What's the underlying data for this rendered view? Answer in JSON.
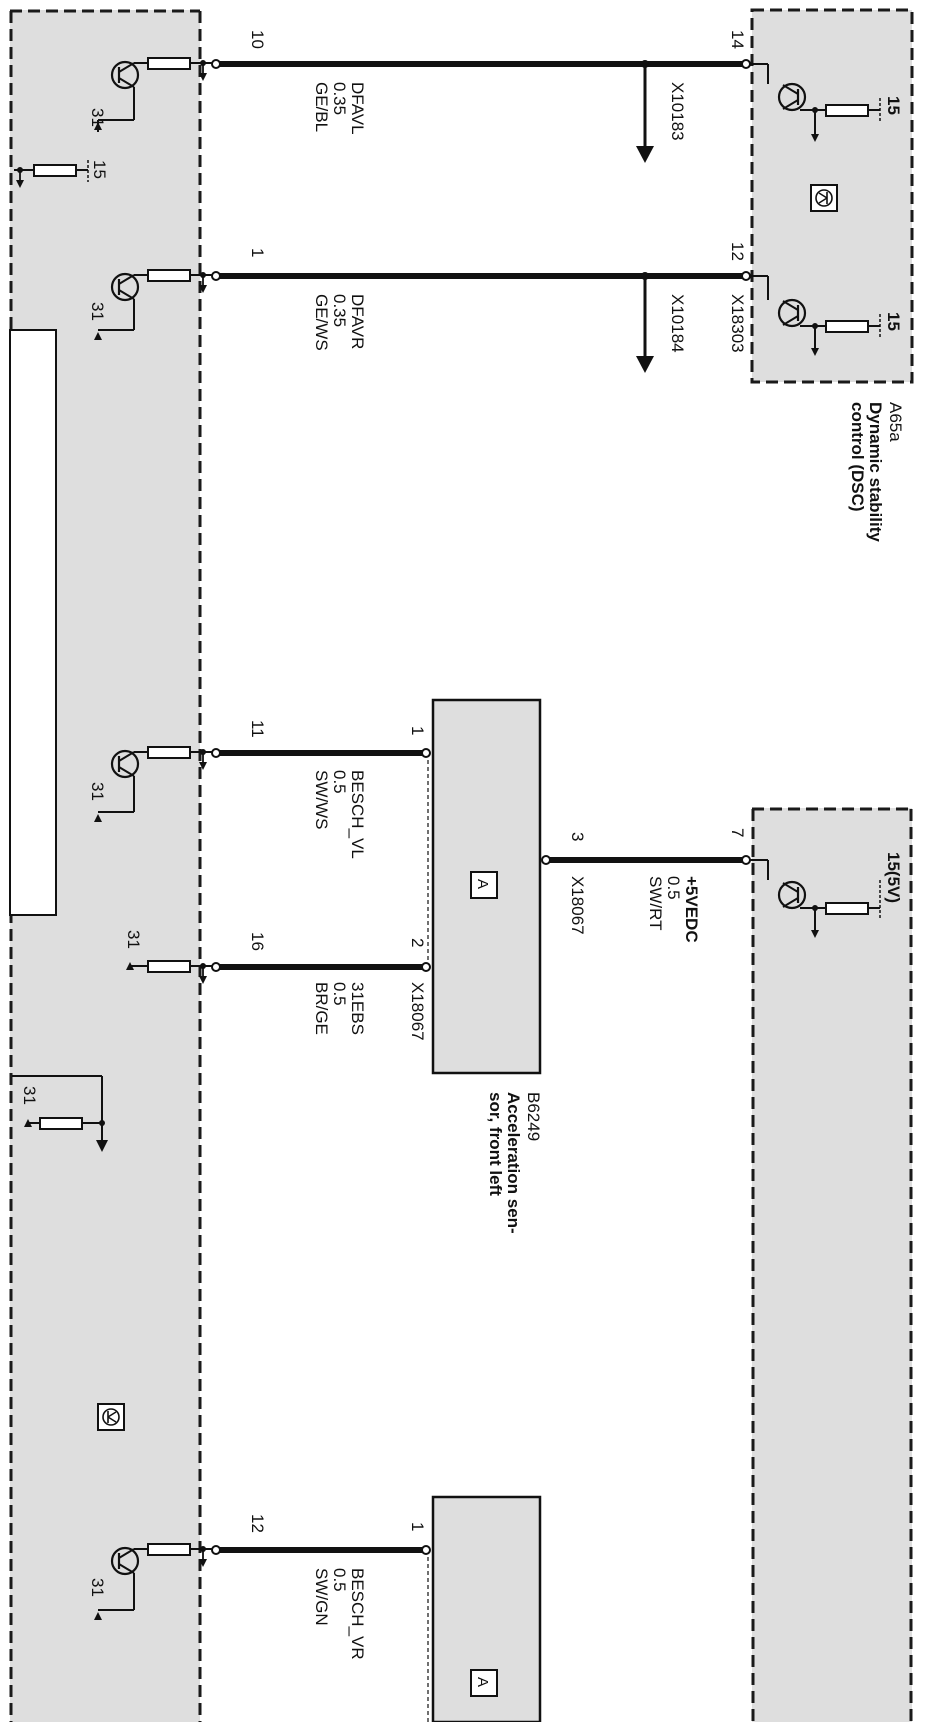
{
  "colors": {
    "module_fill": "#dedede",
    "wire": "#111111",
    "border": "#1a1a1a",
    "background": "#ffffff"
  },
  "icons": {
    "transistor": "transistor-symbol-icon",
    "resistor": "resistor-icon",
    "ground": "ground-arrow-icon",
    "module_symbol": "electronic-module-icon",
    "sensor_symbol": "analog-sensor-icon"
  },
  "left_module": {
    "pins": [
      "10",
      "1",
      "11",
      "16",
      "12"
    ],
    "terminals": {
      "t15": "15",
      "t31": "31"
    }
  },
  "dsc_module": {
    "code": "A65a",
    "name_line1": "Dynamic stability",
    "name_line2": "control (DSC)",
    "pins": [
      "14",
      "12"
    ],
    "connector": "X18303",
    "terminal": "15"
  },
  "power_module": {
    "pin": "7",
    "terminal": "15(5V)"
  },
  "wires": [
    {
      "signal": "DFAVL",
      "gauge": "0.35",
      "color": "GE/BL",
      "from_pin": "10",
      "to_pin": "14",
      "connector": "X10183"
    },
    {
      "signal": "DFAVR",
      "gauge": "0.35",
      "color": "GE/WS",
      "from_pin": "1",
      "to_pin": "12",
      "connector": "X10184"
    },
    {
      "signal": "BESCH_VL",
      "gauge": "0.5",
      "color": "SW/WS",
      "from_pin": "11",
      "to_pin": "1"
    },
    {
      "signal": "31EBS",
      "gauge": "0.5",
      "color": "BR/GE",
      "from_pin": "16",
      "to_pin": "2",
      "connector": "X18067"
    },
    {
      "signal": "+5VEDC",
      "gauge": "0.5",
      "color": "SW/RT",
      "from_pin": "3",
      "to_pin": "7",
      "connector": "X18067"
    },
    {
      "signal": "BESCH_VR",
      "gauge": "0.5",
      "color": "SW/GN",
      "from_pin": "12",
      "to_pin": "1"
    }
  ],
  "sensor_left": {
    "code": "B6249",
    "name_line1": "Acceleration sen-",
    "name_line2": "sor, front left",
    "symbol": "A",
    "pins": [
      "1",
      "2",
      "3"
    ]
  },
  "sensor_right": {
    "symbol": "A",
    "pins": [
      "1"
    ]
  }
}
